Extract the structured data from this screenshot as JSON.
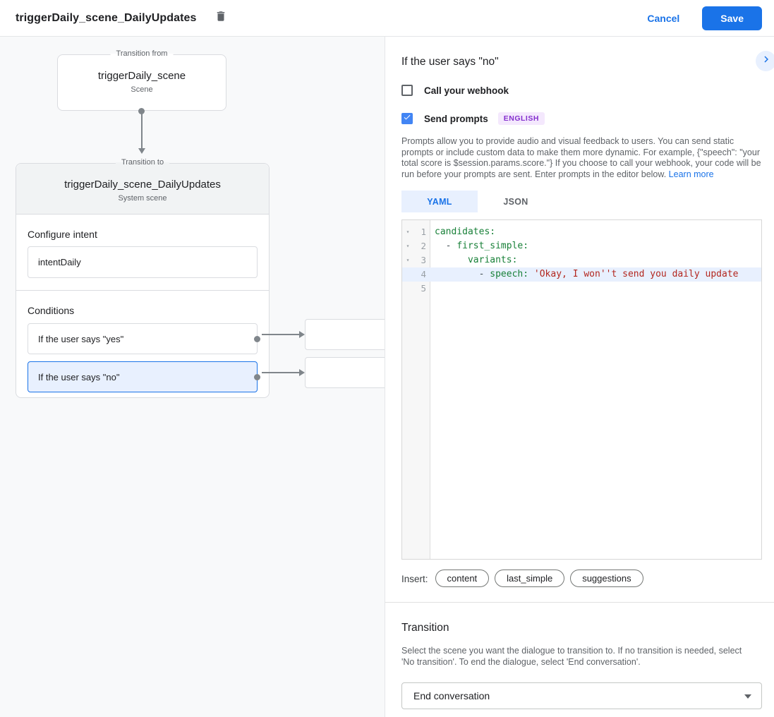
{
  "header": {
    "title": "triggerDaily_scene_DailyUpdates",
    "cancel_label": "Cancel",
    "save_label": "Save"
  },
  "diagram": {
    "from_box": {
      "legend": "Transition from",
      "title": "triggerDaily_scene",
      "subtitle": "Scene"
    },
    "to_box": {
      "legend": "Transition to",
      "title": "triggerDaily_scene_DailyUpdates",
      "subtitle": "System scene",
      "configure_intent_label": "Configure intent",
      "intent_value": "intentDaily",
      "conditions_label": "Conditions",
      "conditions": [
        {
          "label": "If the user says \"yes\"",
          "selected": false
        },
        {
          "label": "If the user says \"no\"",
          "selected": true
        }
      ]
    }
  },
  "panel": {
    "title": "If the user says \"no\"",
    "webhook": {
      "label": "Call your webhook",
      "checked": false
    },
    "prompts": {
      "label": "Send prompts",
      "checked": true,
      "badge": "ENGLISH"
    },
    "description": "Prompts allow you to provide audio and visual feedback to users. You can send static prompts or include custom data to make them more dynamic. For example, {\"speech\": \"your total score is $session.params.score.\"} If you choose to call your webhook, your code will be run before your prompts are sent. Enter prompts in the editor below. ",
    "learn_more": "Learn more",
    "tabs": {
      "yaml": "YAML",
      "json": "JSON"
    },
    "editor": {
      "lines": [
        {
          "num": "1",
          "fold": true,
          "hl": false,
          "segs": [
            [
              "key",
              "candidates:"
            ]
          ]
        },
        {
          "num": "2",
          "fold": true,
          "hl": false,
          "segs": [
            [
              "pun",
              "  - "
            ],
            [
              "key",
              "first_simple:"
            ]
          ]
        },
        {
          "num": "3",
          "fold": true,
          "hl": false,
          "segs": [
            [
              "key",
              "      variants:"
            ]
          ]
        },
        {
          "num": "4",
          "fold": false,
          "hl": true,
          "segs": [
            [
              "pun",
              "        - "
            ],
            [
              "key",
              "speech:"
            ],
            [
              "pun",
              " "
            ],
            [
              "str",
              "'Okay, I won''t send you daily update"
            ]
          ]
        },
        {
          "num": "5",
          "fold": false,
          "hl": false,
          "segs": []
        }
      ]
    },
    "insert_label": "Insert:",
    "chips": [
      "content",
      "last_simple",
      "suggestions"
    ],
    "transition": {
      "title": "Transition",
      "description": "Select the scene you want the dialogue to transition to. If no transition is needed, select 'No transition'. To end the dialogue, select 'End conversation'.",
      "selected_value": "End conversation"
    }
  },
  "colors": {
    "accent": "#1a73e8",
    "selected_fill": "#e8f0fe",
    "checkbox_checked": "#4285f4",
    "badge_text": "#8430ce",
    "badge_bg": "#f4e8fd",
    "yaml_key": "#188038",
    "yaml_string": "#b3261e"
  }
}
